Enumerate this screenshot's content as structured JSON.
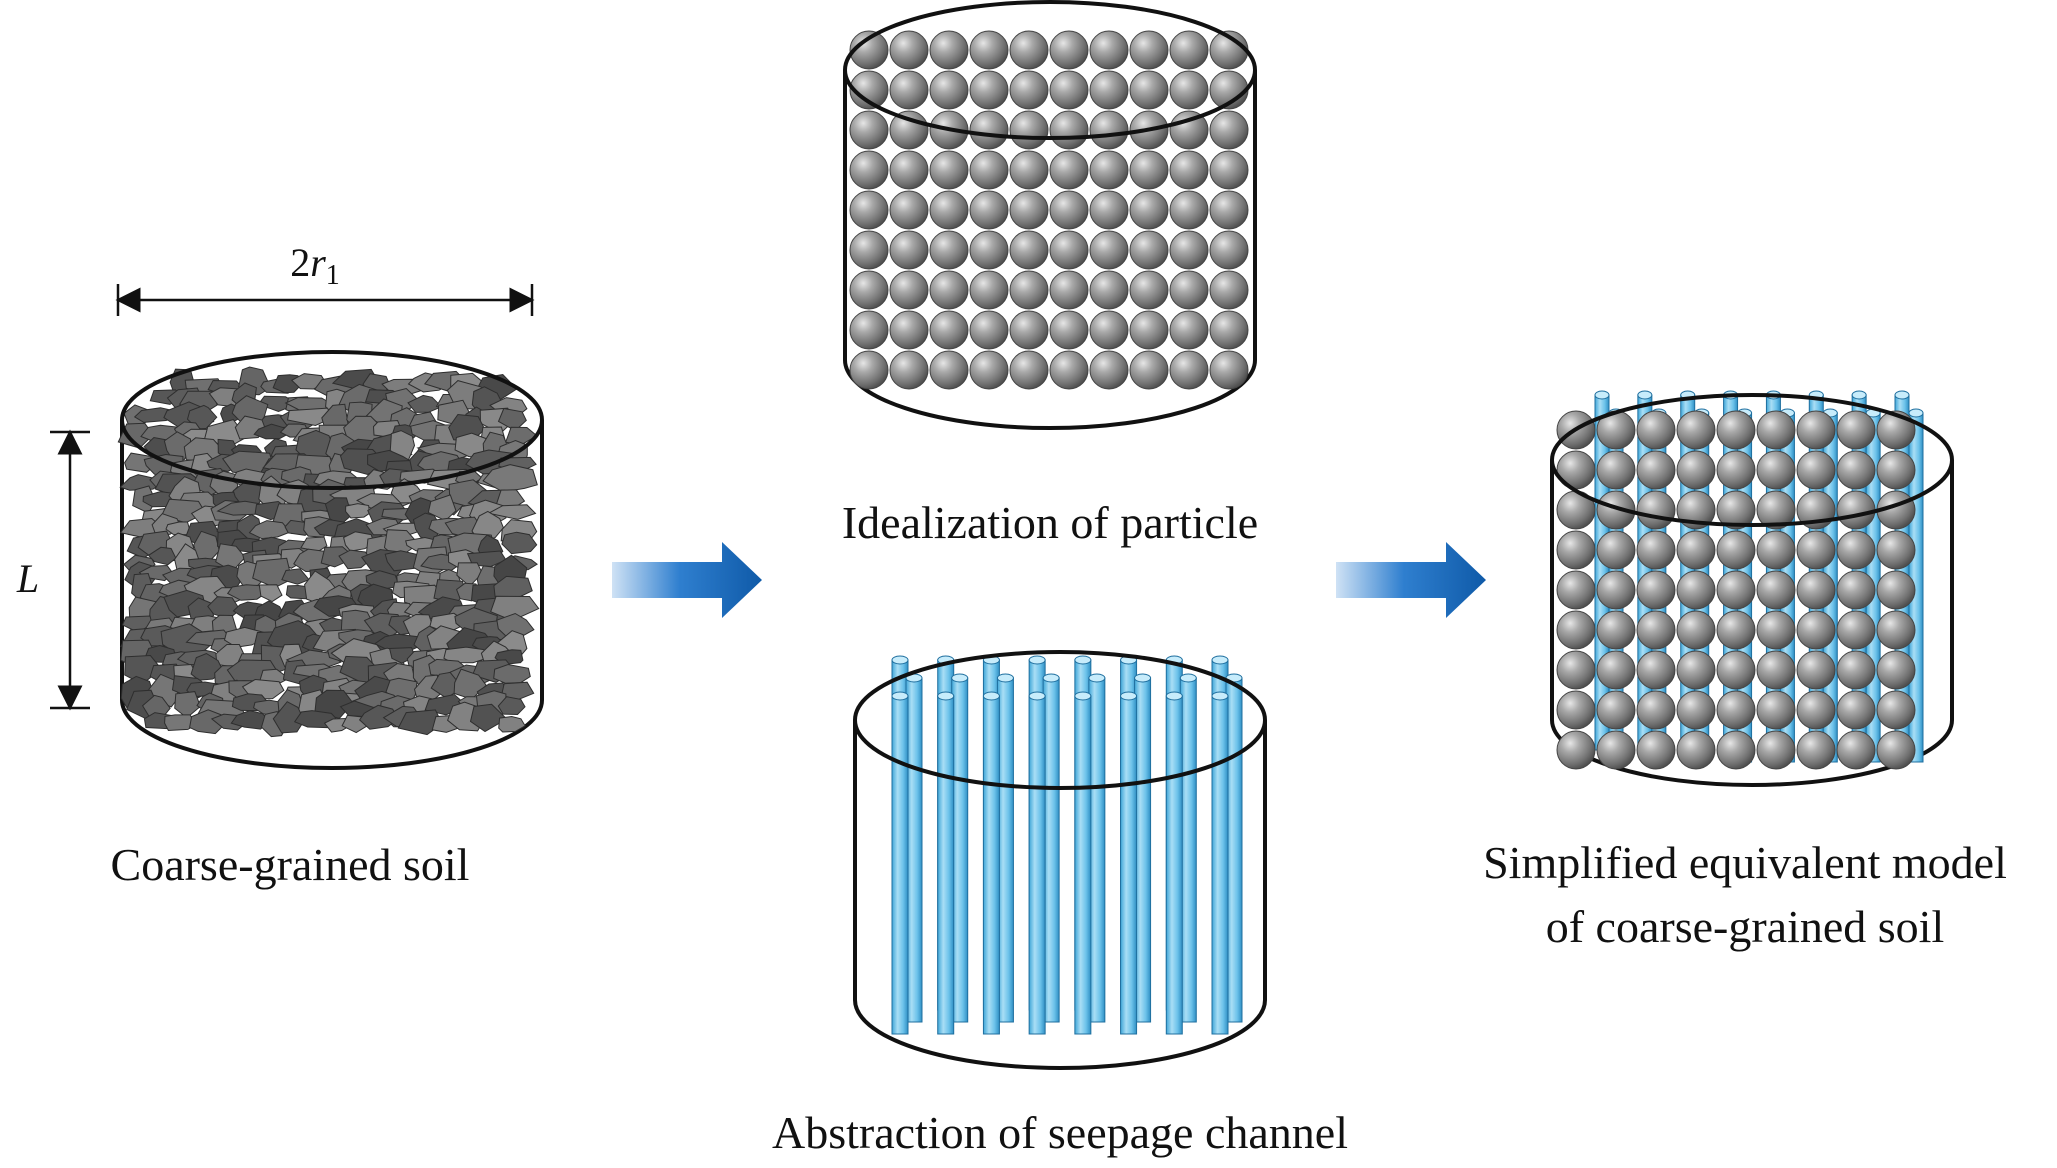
{
  "labels": {
    "coarse": "Coarse-grained soil",
    "ideal": "Idealization of particle",
    "abstraction": "Abstraction of seepage channel",
    "simplified_line1": "Simplified equivalent model",
    "simplified_line2": "of coarse-grained soil"
  },
  "dimensions": {
    "width_prefix": "2",
    "width_var": "r",
    "width_sub": "1",
    "height_var": "L"
  },
  "colors": {
    "arrow": "#1e6fc0",
    "channel": "#7cc8ec",
    "sphere": "#8a8a8a",
    "rock": "#6a6a6a"
  }
}
